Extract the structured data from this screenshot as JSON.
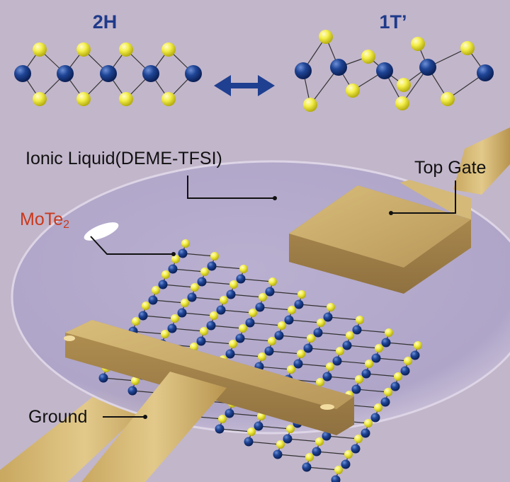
{
  "phases": {
    "left_title": "2H",
    "right_title": "1T’",
    "transition_icon": "double-arrow-icon"
  },
  "labels": {
    "ionic_liquid": "Ionic Liquid(DEME-TFSI)",
    "top_gate": "Top Gate",
    "material_main": "MoTe",
    "material_sub": "2",
    "ground": "Ground"
  },
  "colors": {
    "background": "#c2b6cb",
    "mo_atom": "#1b3f8f",
    "te_atom": "#f4ef4a",
    "electrode": "#c7a965",
    "title_blue": "#1f3a8a",
    "material_label": "#c8391c"
  }
}
